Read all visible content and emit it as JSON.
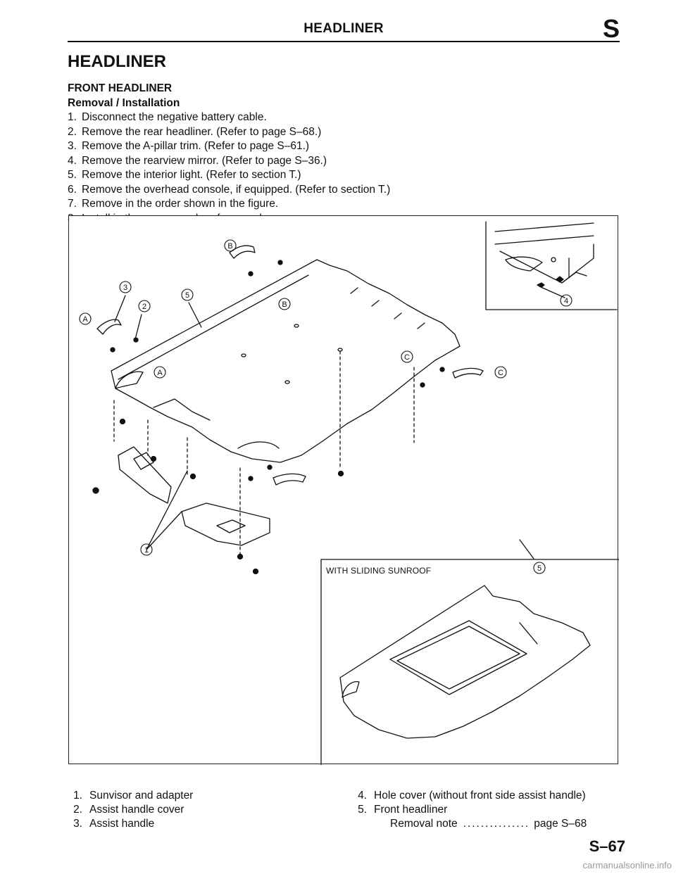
{
  "header": {
    "title": "HEADLINER",
    "section_letter": "S"
  },
  "page_title": "HEADLINER",
  "section": {
    "title": "FRONT HEADLINER",
    "subtitle": "Removal / Installation",
    "steps": [
      {
        "num": "1.",
        "text": "Disconnect the negative battery cable."
      },
      {
        "num": "2.",
        "text": "Remove the rear headliner. (Refer to page S–68.)"
      },
      {
        "num": "3.",
        "text": "Remove the A-pillar trim. (Refer to page S–61.)"
      },
      {
        "num": "4.",
        "text": "Remove the rearview mirror. (Refer to page S–36.)"
      },
      {
        "num": "5.",
        "text": "Remove the interior light. (Refer to section T.)"
      },
      {
        "num": "6.",
        "text": "Remove the overhead console, if equipped. (Refer to section T.)"
      },
      {
        "num": "7.",
        "text": "Remove in the order shown in the figure."
      },
      {
        "num": "8.",
        "text": "Install in the reverse order of removal."
      }
    ]
  },
  "figure": {
    "inset_caption": "WITH SLIDING SUNROOF",
    "callouts": [
      "1",
      "2",
      "3",
      "4",
      "5",
      "A",
      "B",
      "C"
    ]
  },
  "legend": {
    "items": [
      {
        "num": "1.",
        "text": "Sunvisor and adapter"
      },
      {
        "num": "2.",
        "text": "Assist handle cover"
      },
      {
        "num": "3.",
        "text": "Assist handle"
      },
      {
        "num": "4.",
        "text": "Hole cover (without front side assist handle)"
      },
      {
        "num": "5.",
        "text": "Front headliner"
      }
    ],
    "note": {
      "label": "Removal note",
      "dots": "...............",
      "ref": "page S–68"
    }
  },
  "page_number": "S–67",
  "watermark": "carmanualsonline.info"
}
